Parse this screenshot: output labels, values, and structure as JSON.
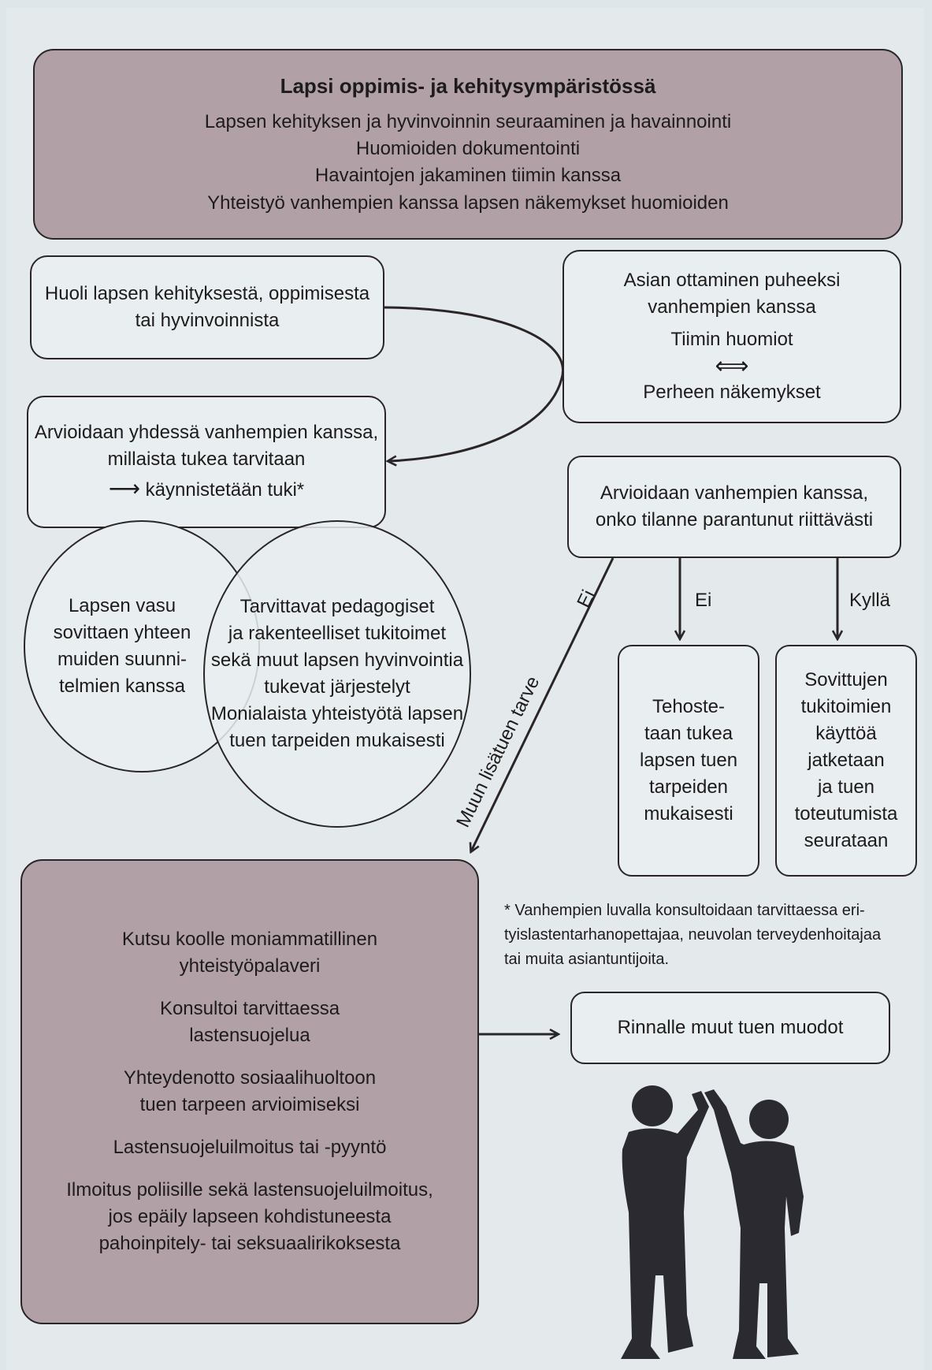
{
  "top_box": {
    "title": "Lapsi oppimis- ja kehitysympäristössä",
    "lines": [
      "Lapsen kehityksen ja hyvinvoinnin seuraaminen ja havainnointi",
      "Huomioiden dokumentointi",
      "Havaintojen jakaminen tiimin kanssa",
      "Yhteistyö vanhempien kanssa lapsen näkemykset huomioiden"
    ]
  },
  "concern_box": {
    "lines": [
      "Huoli lapsen kehityksestä, oppimisesta",
      "tai hyvinvoinnista"
    ]
  },
  "talk_box": {
    "lines": [
      "Asian ottaminen puheeksi",
      "vanhempien kanssa",
      "Tiimin huomiot",
      "Perheen näkemykset"
    ],
    "arrow_glyph": "⟺"
  },
  "assess_box": {
    "lines": [
      "Arvioidaan yhdessä vanhempien kanssa,",
      "millaista tukea tarvitaan",
      "käynnistetään tuki*"
    ],
    "arrow_glyph": "⟶"
  },
  "evaluate_box": {
    "lines": [
      "Arvioidaan vanhempien kanssa,",
      "onko tilanne parantunut riittävästi"
    ]
  },
  "circle_left": {
    "lines": [
      "Lapsen vasu",
      "sovittaen yhteen",
      "muiden suunni-",
      "telmien kanssa"
    ]
  },
  "circle_right": {
    "lines": [
      "Tarvittavat pedagogiset",
      "ja rakenteelliset tukitoimet",
      "sekä muut lapsen hyvinvointia",
      "tukevat järjestelyt",
      "Monialaista yhteistyötä lapsen",
      "tuen tarpeiden mukaisesti"
    ]
  },
  "branch_labels": {
    "diagonal_ei": "Ei",
    "diagonal_other_need": "Muun lisätuen tarve",
    "ei": "Ei",
    "kylla": "Kyllä"
  },
  "intensify_box": {
    "lines": [
      "Tehoste-",
      "taan tukea",
      "lapsen tuen",
      "tarpeiden",
      "mukaisesti"
    ]
  },
  "continue_box": {
    "lines": [
      "Sovittujen",
      "tukitoimien",
      "käyttöä",
      "jatketaan",
      "ja tuen",
      "toteutumista",
      "seurataan"
    ]
  },
  "actions_box": {
    "groups": [
      [
        "Kutsu koolle moniammatillinen",
        "yhteistyöpalaveri"
      ],
      [
        "Konsultoi tarvittaessa",
        "lastensuojelua"
      ],
      [
        "Yhteydenotto sosiaalihuoltoon",
        "tuen tarpeen arvioimiseksi"
      ],
      [
        "Lastensuojeluilmoitus tai -pyyntö"
      ],
      [
        "Ilmoitus poliisille sekä lastensuojeluilmoitus,",
        "jos epäily lapseen kohdistuneesta",
        "pahoinpitely- tai seksuaalirikoksesta"
      ]
    ]
  },
  "footnote": {
    "lines": [
      "* Vanhempien luvalla konsultoidaan tarvittaessa eri-",
      "tyislastentarhanopettajaa, neuvolan terveydenhoitajaa",
      "tai muita asiantuntijoita."
    ]
  },
  "parallel_box": {
    "label": "Rinnalle muut tuen muodot"
  },
  "colors": {
    "shaded_box": "#b1a1a6",
    "outline": "#2a2627",
    "silhouette": "#2c2a31"
  },
  "illustration": {
    "icon": "two-children-high-five-silhouette-icon"
  }
}
